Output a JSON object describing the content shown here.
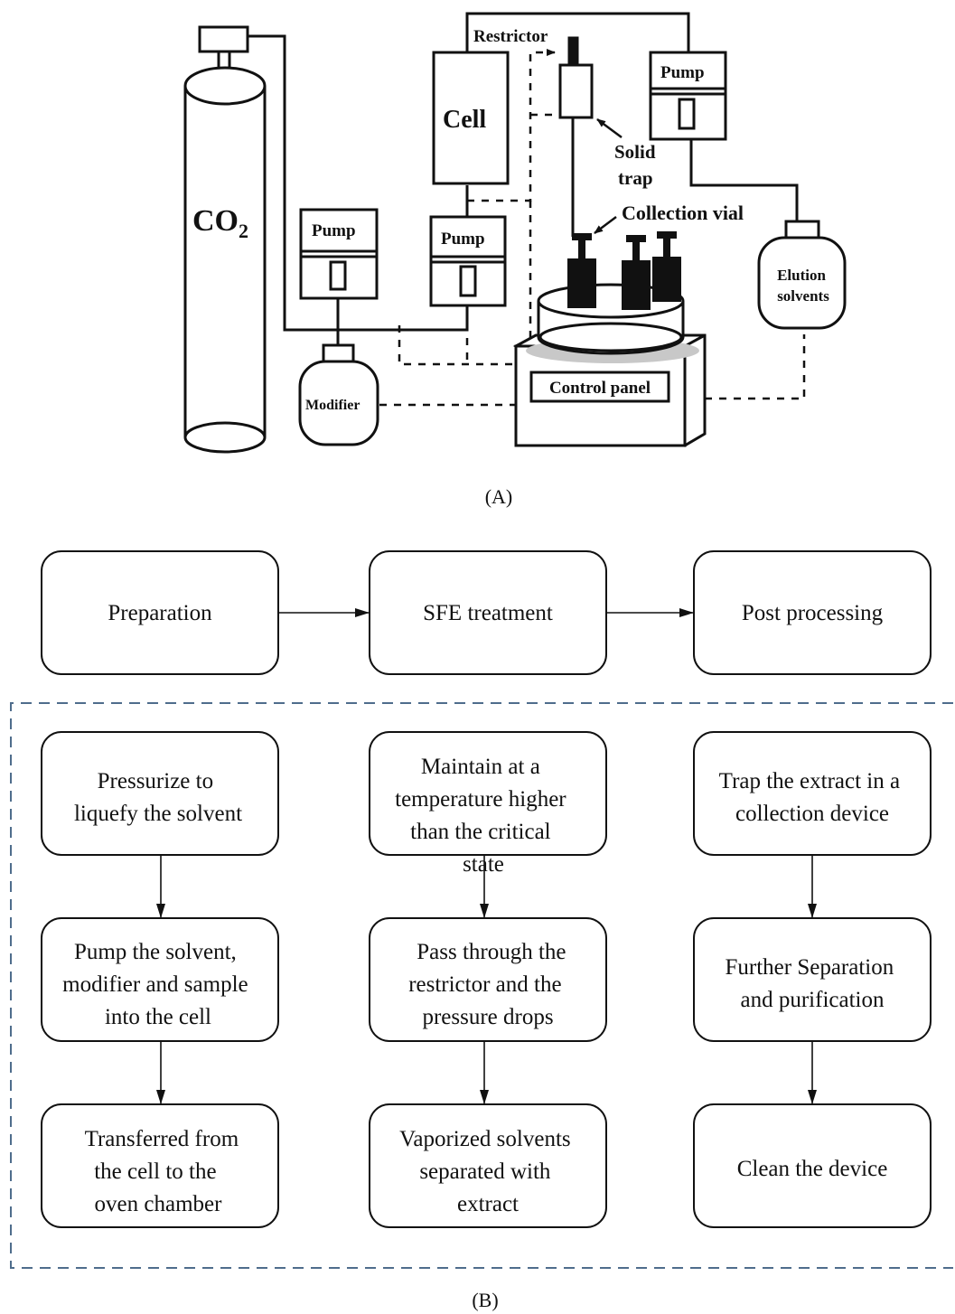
{
  "panel_a": {
    "caption": "(A)",
    "co2_label": "CO",
    "co2_subscript": "2",
    "restrictor_label": "Restrictor",
    "cell_label": "Cell",
    "pump_label": "Pump",
    "solid_trap_line1": "Solid",
    "solid_trap_line2": "trap",
    "collection_vial_label": "Collection vial",
    "elution_line1": "Elution",
    "elution_line2": "solvents",
    "modifier_label": "Modifier",
    "control_panel_label": "Control panel"
  },
  "panel_b": {
    "caption": "(B)",
    "stages": [
      "Preparation",
      "SFE treatment",
      "Post processing"
    ],
    "columns": [
      {
        "steps": [
          [
            "Pressurize to",
            "liquefy the solvent"
          ],
          [
            "Pump the solvent,",
            "modifier and sample",
            "into the cell"
          ],
          [
            "Transferred from",
            "the cell to the",
            "oven chamber"
          ]
        ]
      },
      {
        "steps": [
          [
            "Maintain at a",
            "temperature higher",
            "than the critical",
            "state"
          ],
          [
            "Pass through the",
            "restrictor and the",
            "pressure drops"
          ],
          [
            "Vaporized solvents",
            "separated with",
            "extract"
          ]
        ]
      },
      {
        "steps": [
          [
            "Trap the extract in a",
            "collection device"
          ],
          [
            "Further Separation",
            "and purification"
          ],
          [
            "Clean the device"
          ]
        ]
      }
    ]
  },
  "colors": {
    "ink": "#111111",
    "dashed_border": "#4f6d8c",
    "shadow": "#c8c8c8"
  }
}
